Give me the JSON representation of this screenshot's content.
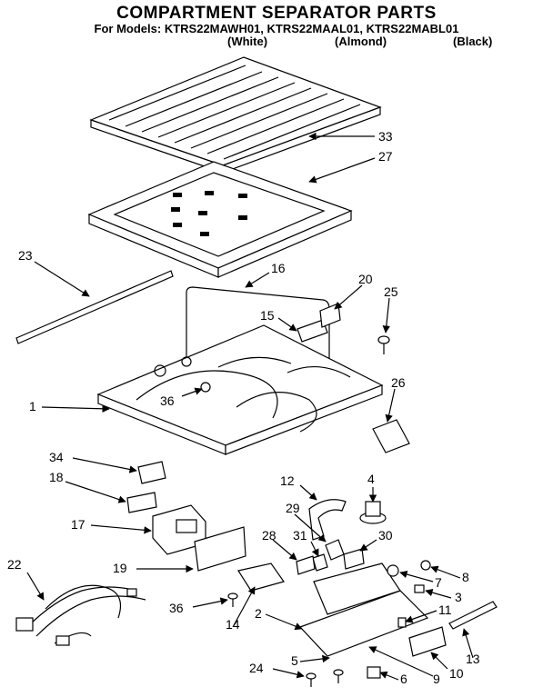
{
  "header": {
    "title": "COMPARTMENT SEPARATOR PARTS",
    "models_line": "For Models: KTRS22MAWH01, KTRS22MAAL01, KTRS22MABL01",
    "variants": [
      "(White)",
      "(Almond)",
      "(Black)"
    ]
  },
  "callouts": [
    "33",
    "27",
    "23",
    "16",
    "20",
    "25",
    "15",
    "1",
    "36",
    "26",
    "34",
    "18",
    "12",
    "4",
    "29",
    "17",
    "28",
    "31",
    "30",
    "22",
    "19",
    "8",
    "7",
    "3",
    "36",
    "14",
    "2",
    "11",
    "13",
    "5",
    "24",
    "6",
    "10",
    "9"
  ]
}
